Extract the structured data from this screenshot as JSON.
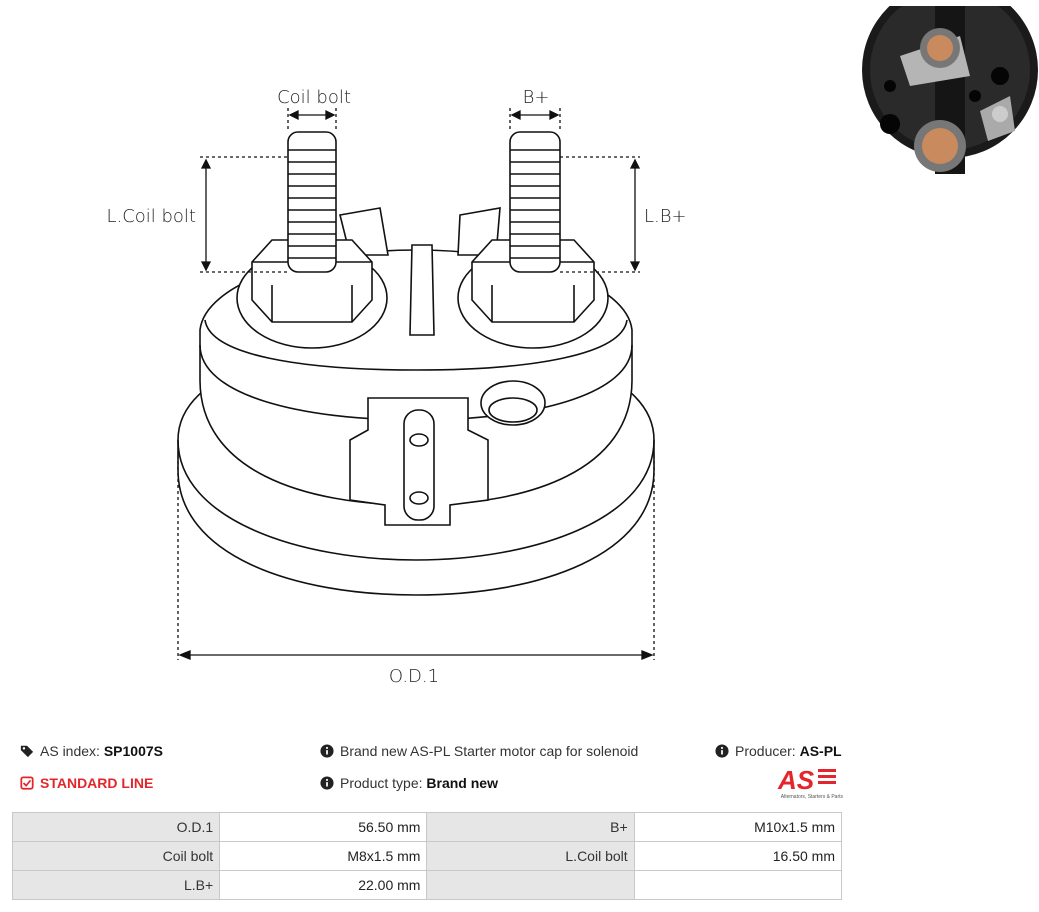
{
  "drawing": {
    "labels": {
      "coil_bolt": "Coil bolt",
      "b_plus": "B+",
      "l_coil_bolt": "L.Coil bolt",
      "l_b_plus": "L.B+",
      "od1": "O.D.1"
    }
  },
  "info": {
    "index_label": "AS index:",
    "index_value": "SP1007S",
    "line": "STANDARD LINE",
    "description": "Brand new AS-PL Starter motor cap for solenoid",
    "product_type_label": "Product type:",
    "product_type_value": "Brand new",
    "producer_label": "Producer:",
    "producer_value": "AS-PL"
  },
  "logo": {
    "text": "AS",
    "tagline": "Alternators, Starters & Parts"
  },
  "specs": [
    {
      "k1": "O.D.1",
      "v1": "56.50 mm",
      "k2": "B+",
      "v2": "M10x1.5 mm"
    },
    {
      "k1": "Coil bolt",
      "v1": "M8x1.5 mm",
      "k2": "L.Coil bolt",
      "v2": "16.50 mm"
    },
    {
      "k1": "L.B+",
      "v1": "22.00 mm",
      "k2": "",
      "v2": ""
    }
  ],
  "colors": {
    "accent": "#e3262b"
  }
}
